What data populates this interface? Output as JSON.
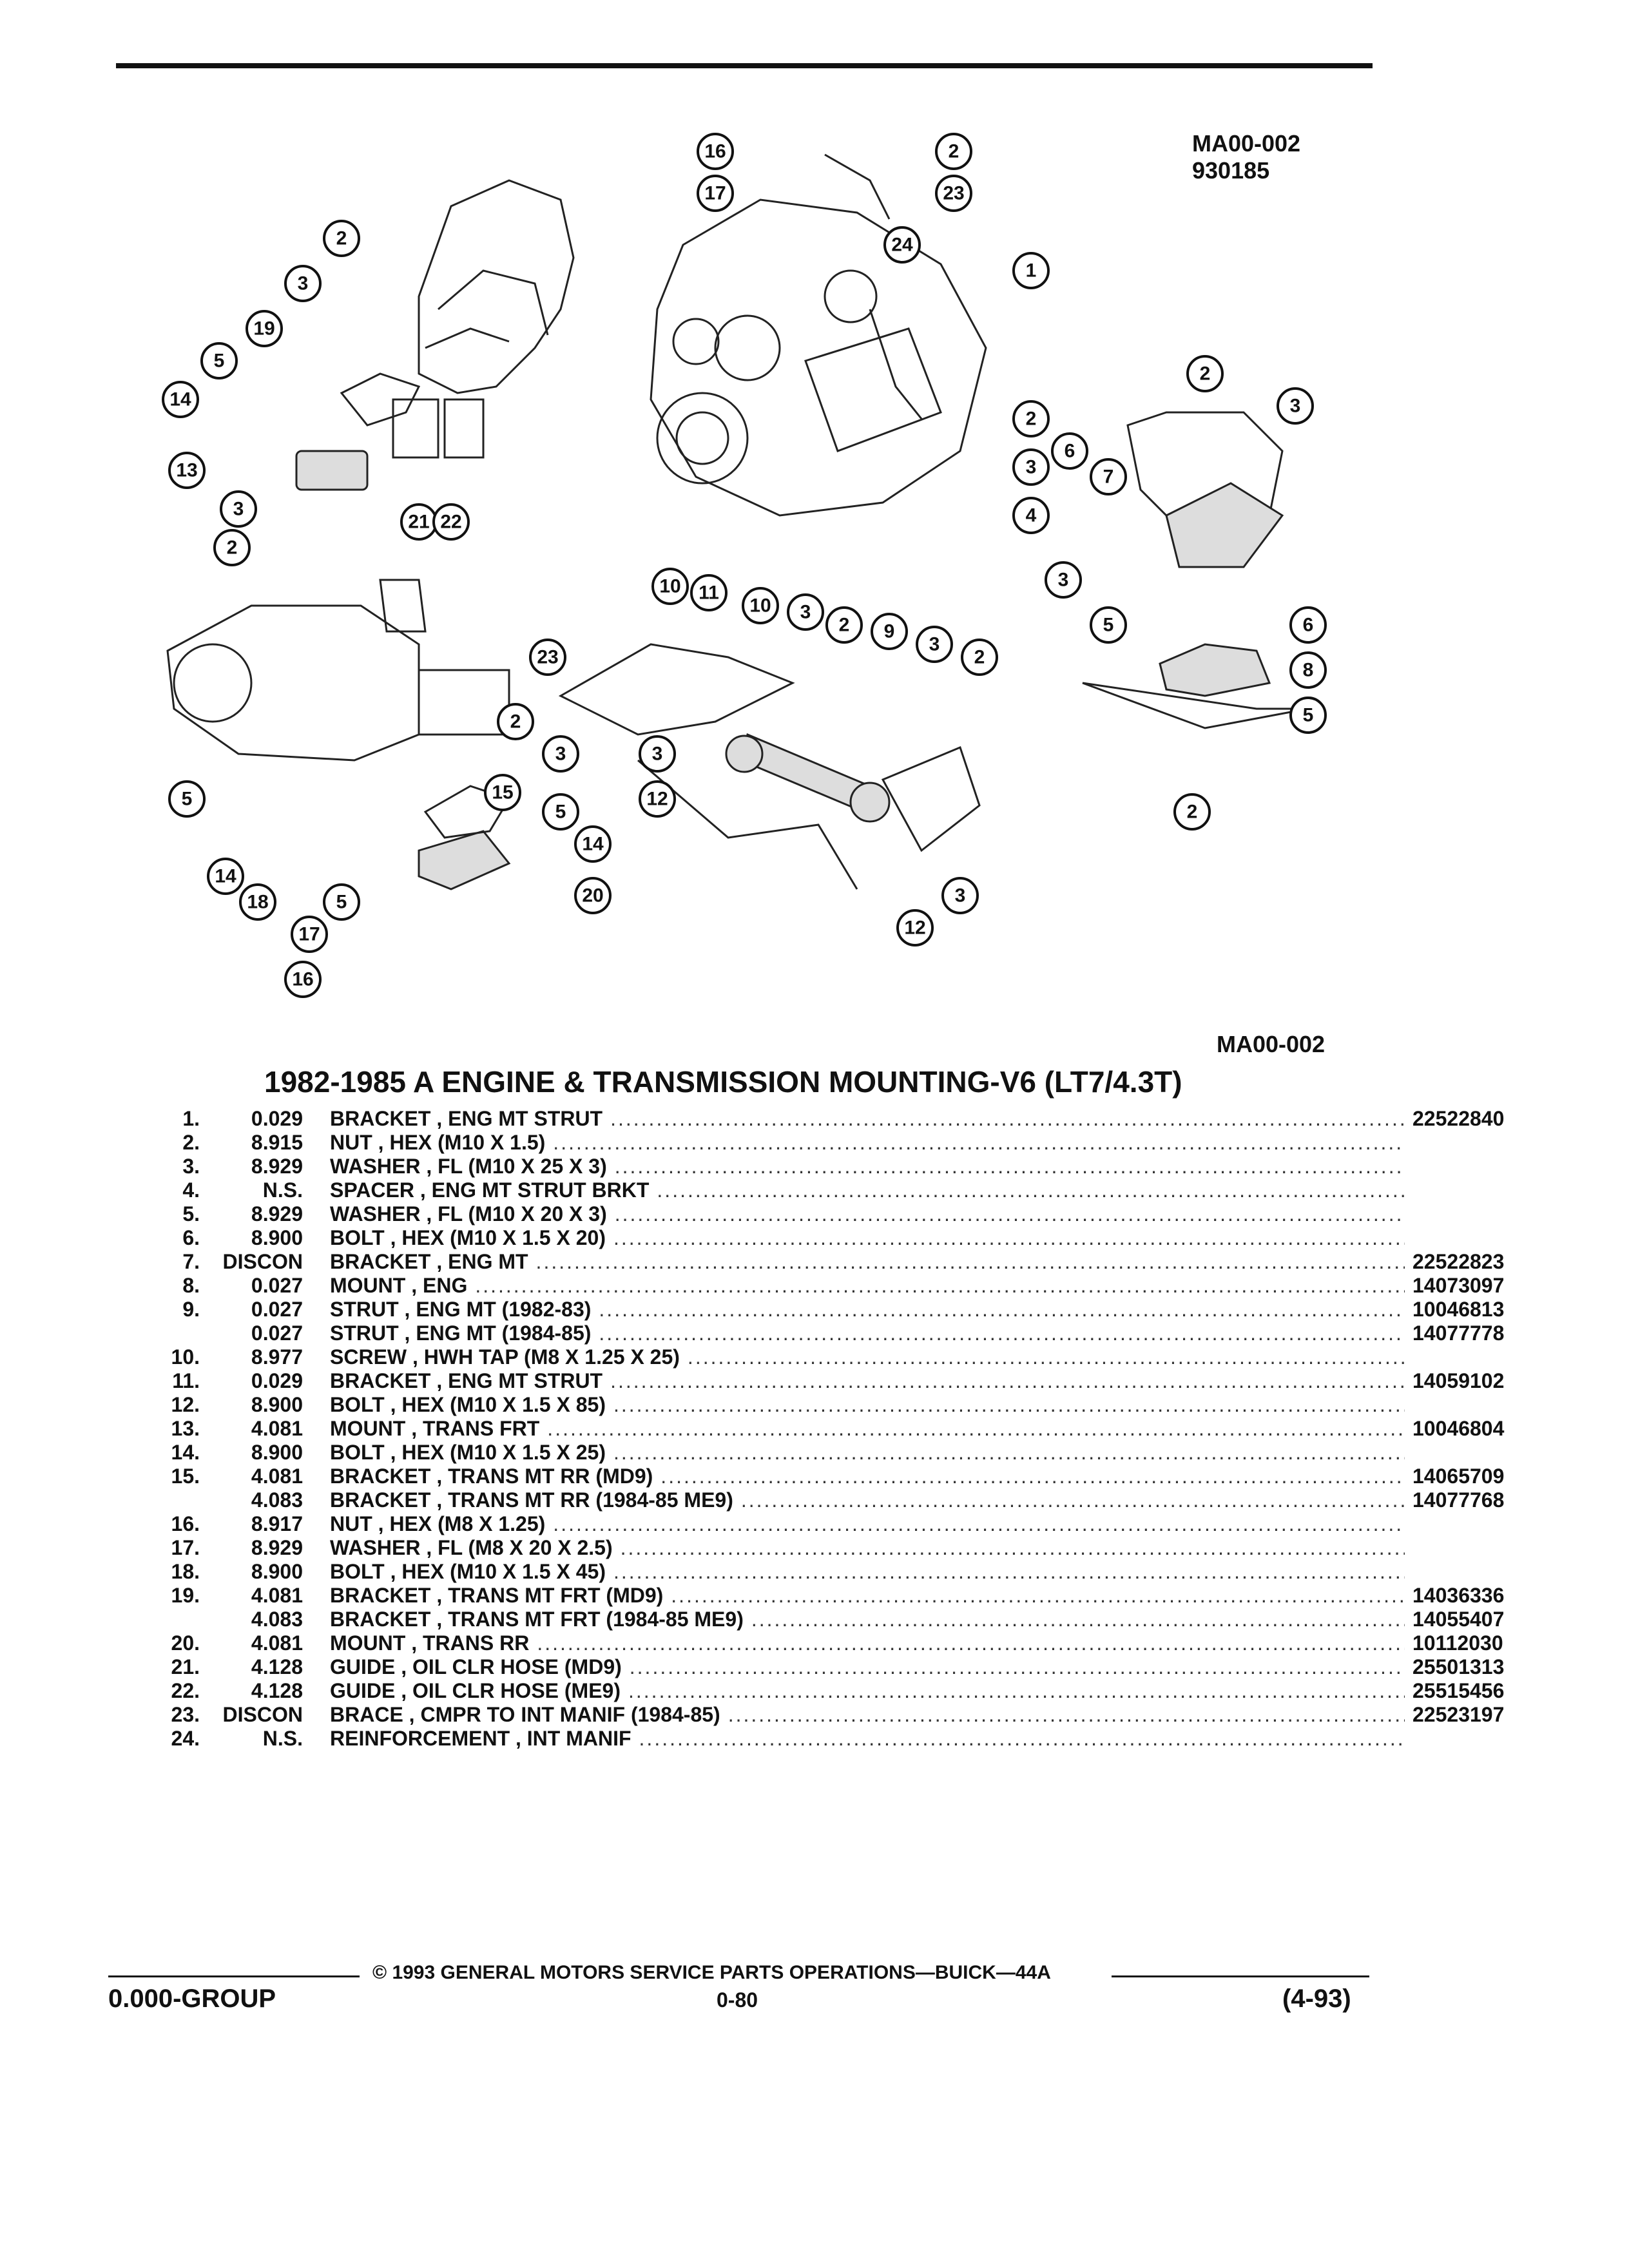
{
  "figure_code": "MA00-002",
  "figure_date": "930185",
  "figure_code_bottom": "MA00-002",
  "section_title": "1982-1985 A ENGINE & TRANSMISSION MOUNTING-V6 (LT7/4.3T)",
  "callouts": [
    "1",
    "2",
    "3",
    "4",
    "5",
    "6",
    "7",
    "8",
    "9",
    "10",
    "11",
    "12",
    "13",
    "14",
    "15",
    "16",
    "17",
    "18",
    "19",
    "20",
    "21",
    "22",
    "23",
    "24"
  ],
  "parts": [
    {
      "num": "1.",
      "code": "0.029",
      "desc": "BRACKET , ENG MT STRUT",
      "pn": "22522840"
    },
    {
      "num": "2.",
      "code": "8.915",
      "desc": "NUT , HEX (M10 X 1.5)",
      "pn": ""
    },
    {
      "num": "3.",
      "code": "8.929",
      "desc": "WASHER , FL (M10 X 25 X 3)",
      "pn": ""
    },
    {
      "num": "4.",
      "code": "N.S.",
      "desc": "SPACER , ENG MT STRUT BRKT",
      "pn": ""
    },
    {
      "num": "5.",
      "code": "8.929",
      "desc": "WASHER , FL (M10 X 20 X 3)",
      "pn": ""
    },
    {
      "num": "6.",
      "code": "8.900",
      "desc": "BOLT , HEX (M10 X 1.5 X 20)",
      "pn": ""
    },
    {
      "num": "7.",
      "code": "DISCON",
      "desc": "BRACKET , ENG MT",
      "pn": "22522823"
    },
    {
      "num": "8.",
      "code": "0.027",
      "desc": "MOUNT , ENG",
      "pn": "14073097"
    },
    {
      "num": "9.",
      "code": "0.027",
      "desc": "STRUT , ENG MT (1982-83)",
      "pn": "10046813"
    },
    {
      "num": "",
      "code": "0.027",
      "desc": "STRUT , ENG MT (1984-85)",
      "pn": "14077778"
    },
    {
      "num": "10.",
      "code": "8.977",
      "desc": "SCREW , HWH TAP (M8 X 1.25 X 25)",
      "pn": ""
    },
    {
      "num": "11.",
      "code": "0.029",
      "desc": "BRACKET , ENG MT STRUT",
      "pn": "14059102"
    },
    {
      "num": "12.",
      "code": "8.900",
      "desc": "BOLT , HEX (M10 X 1.5 X 85)",
      "pn": ""
    },
    {
      "num": "13.",
      "code": "4.081",
      "desc": "MOUNT , TRANS FRT",
      "pn": "10046804"
    },
    {
      "num": "14.",
      "code": "8.900",
      "desc": "BOLT , HEX (M10 X 1.5 X 25)",
      "pn": ""
    },
    {
      "num": "15.",
      "code": "4.081",
      "desc": "BRACKET , TRANS MT RR (MD9)",
      "pn": "14065709"
    },
    {
      "num": "",
      "code": "4.083",
      "desc": "BRACKET , TRANS MT RR (1984-85 ME9)",
      "pn": "14077768"
    },
    {
      "num": "16.",
      "code": "8.917",
      "desc": "NUT , HEX (M8 X 1.25)",
      "pn": ""
    },
    {
      "num": "17.",
      "code": "8.929",
      "desc": "WASHER , FL (M8 X 20 X 2.5)",
      "pn": ""
    },
    {
      "num": "18.",
      "code": "8.900",
      "desc": "BOLT , HEX (M10 X 1.5 X 45)",
      "pn": ""
    },
    {
      "num": "19.",
      "code": "4.081",
      "desc": "BRACKET , TRANS MT FRT (MD9)",
      "pn": "14036336"
    },
    {
      "num": "",
      "code": "4.083",
      "desc": "BRACKET , TRANS MT FRT (1984-85 ME9)",
      "pn": "14055407"
    },
    {
      "num": "20.",
      "code": "4.081",
      "desc": "MOUNT , TRANS RR",
      "pn": "10112030"
    },
    {
      "num": "21.",
      "code": "4.128",
      "desc": "GUIDE , OIL CLR HOSE (MD9)",
      "pn": "25501313"
    },
    {
      "num": "22.",
      "code": "4.128",
      "desc": "GUIDE , OIL CLR HOSE (ME9)",
      "pn": "25515456"
    },
    {
      "num": "23.",
      "code": "DISCON",
      "desc": "BRACE , CMPR TO INT MANIF (1984-85)",
      "pn": "22523197"
    },
    {
      "num": "24.",
      "code": "N.S.",
      "desc": "REINFORCEMENT , INT MANIF",
      "pn": ""
    }
  ],
  "footer": {
    "copyright": "© 1993 GENERAL MOTORS SERVICE PARTS OPERATIONS—BUICK—44A",
    "group": "0.000-GROUP",
    "page": "0-80",
    "date": "(4-93)"
  }
}
